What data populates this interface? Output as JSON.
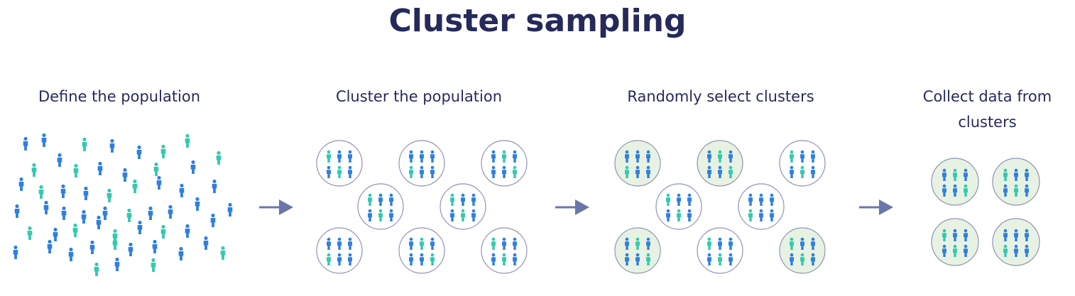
{
  "title": "Cluster sampling",
  "steps": [
    {
      "label": "Define the population"
    },
    {
      "label": "Cluster the population"
    },
    {
      "label": "Randomly select clusters"
    },
    {
      "label": "Collect data from clusters"
    }
  ],
  "colors": {
    "title": "#252a5b",
    "person_blue": "#2f7fe0",
    "person_teal": "#33c9b0",
    "circle_stroke": "#8f93b8",
    "selected_fill": "#e8f2e2",
    "arrow": "#6b76a8"
  },
  "icons": {
    "person": "person-icon",
    "arrow": "arrow-right-icon"
  }
}
